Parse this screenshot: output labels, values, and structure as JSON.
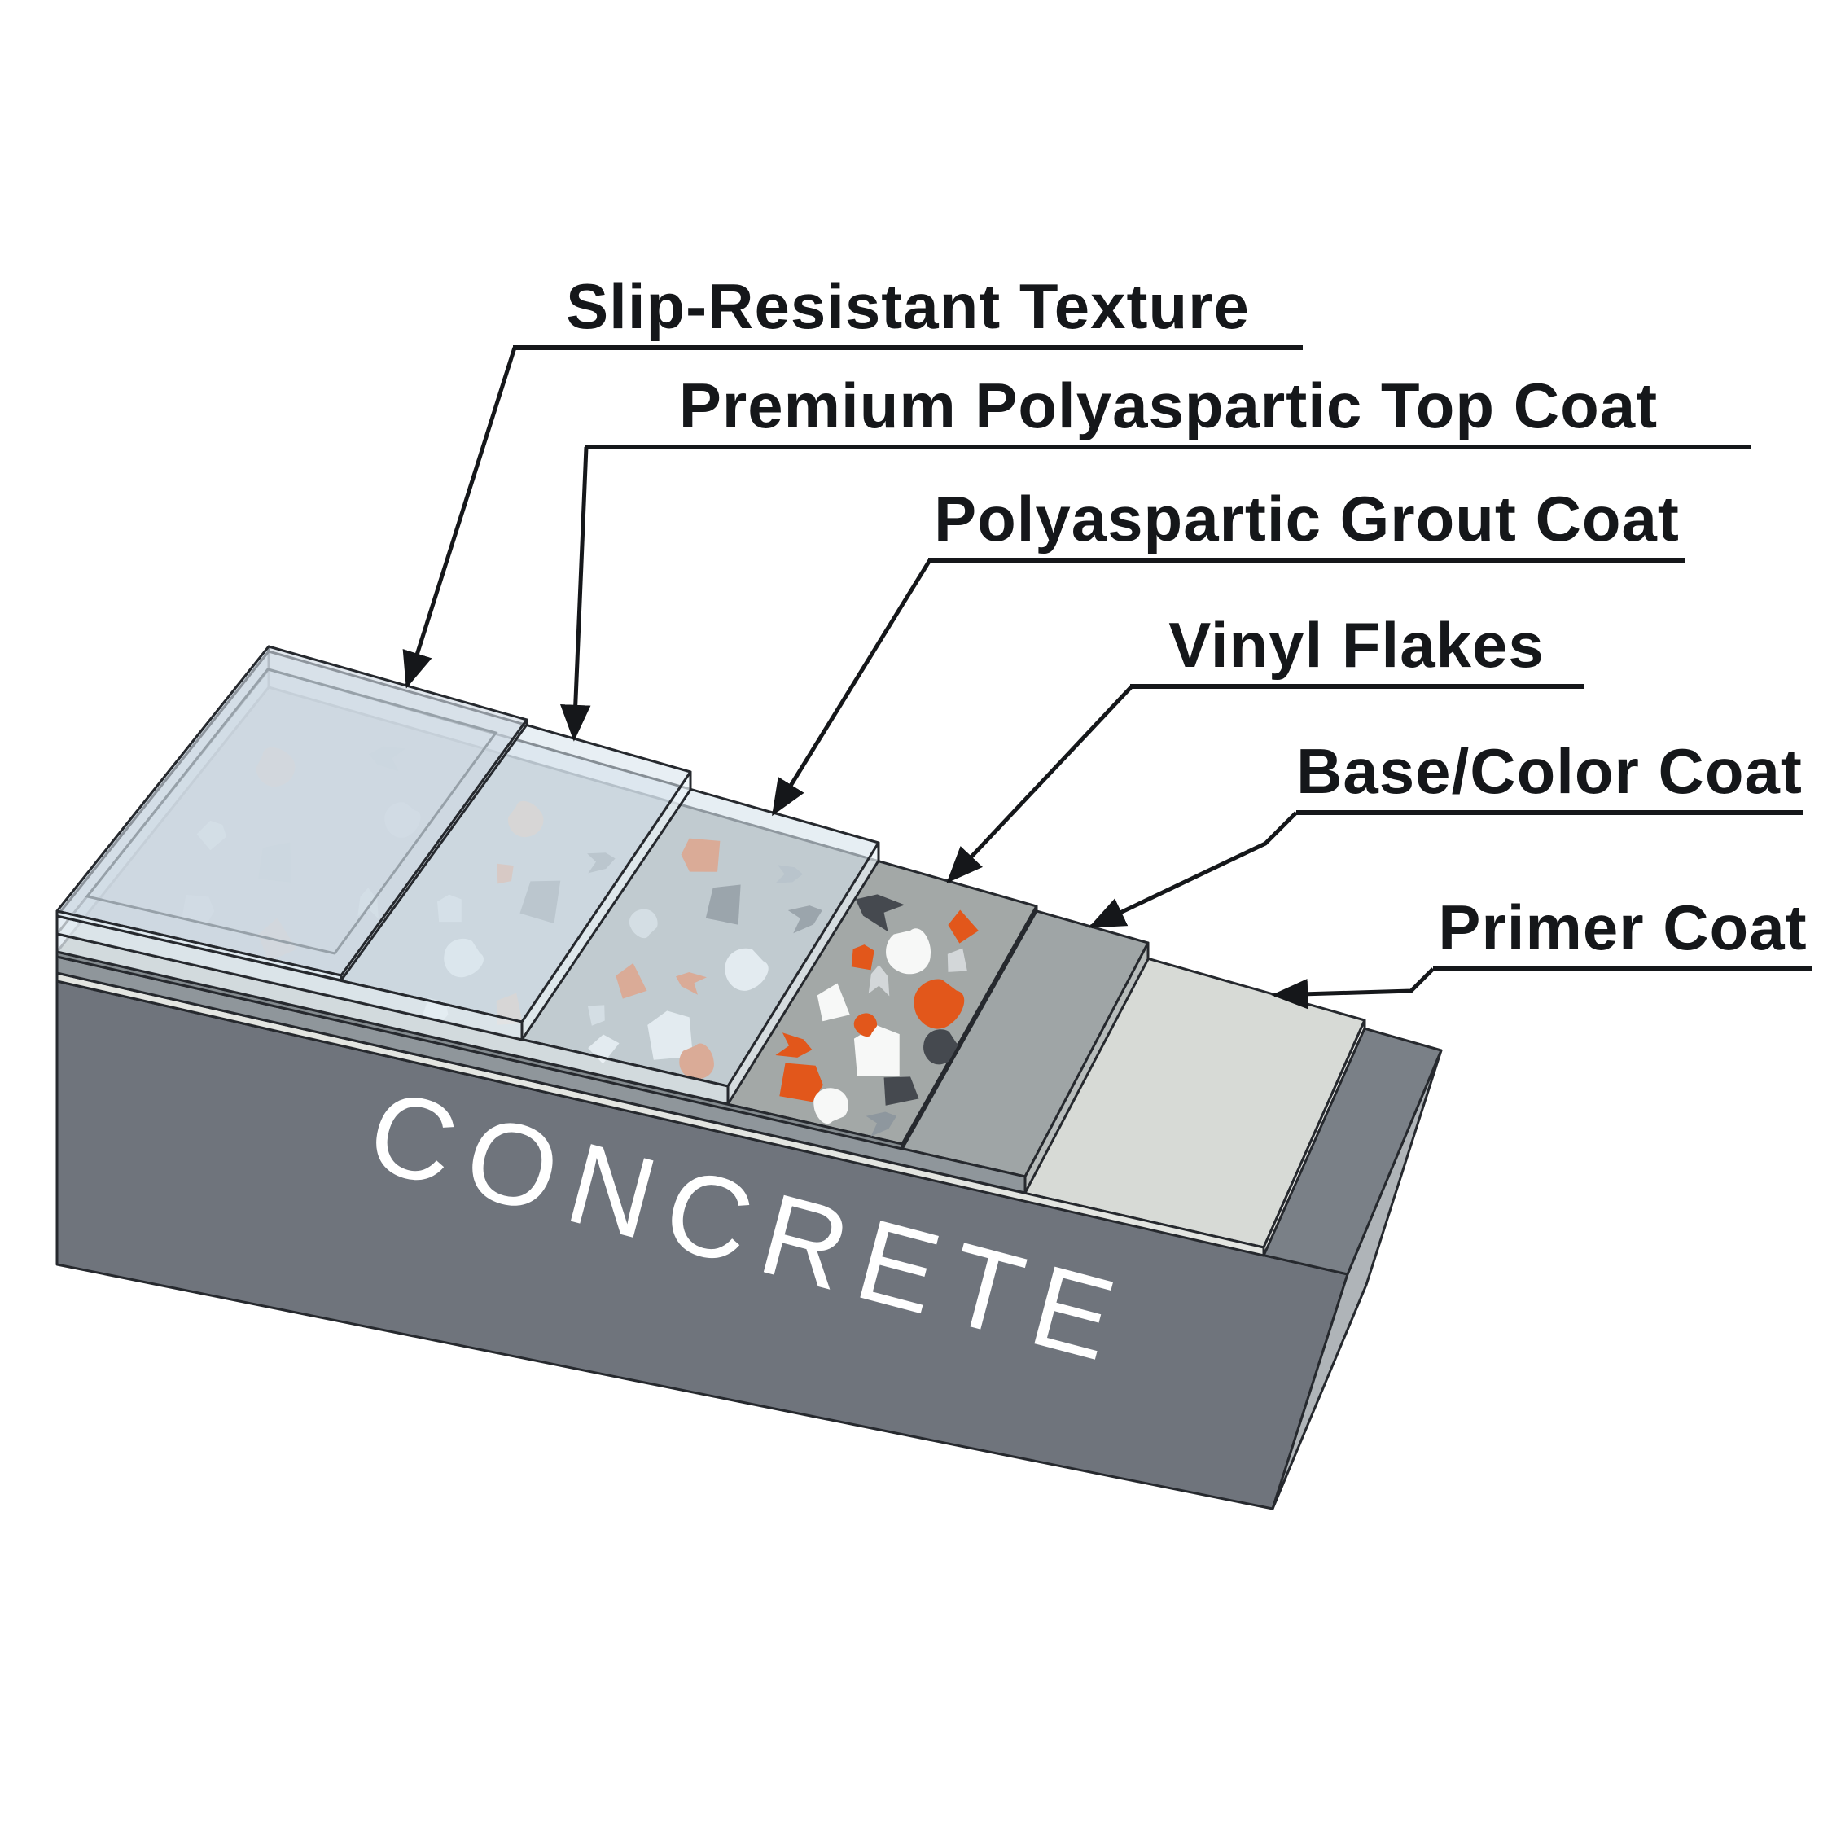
{
  "diagram": {
    "type": "floor-coating-system-cutaway",
    "slab_face_text": "CONCRETE"
  },
  "labels": [
    {
      "id": "slip-resistant-texture",
      "text": "Slip-Resistant Texture"
    },
    {
      "id": "premium-polyaspartic-top-coat",
      "text": "Premium Polyaspartic Top Coat"
    },
    {
      "id": "polyaspartic-grout-coat",
      "text": "Polyaspartic Grout Coat"
    },
    {
      "id": "vinyl-flakes",
      "text": "Vinyl Flakes"
    },
    {
      "id": "base-color-coat",
      "text": "Base/Color Coat"
    },
    {
      "id": "primer-coat",
      "text": "Primer Coat"
    }
  ],
  "layers_top_to_bottom": [
    "Slip-Resistant Texture",
    "Premium Polyaspartic Top Coat",
    "Polyaspartic Grout Coat",
    "Vinyl Flakes",
    "Base/Color Coat",
    "Primer Coat",
    "CONCRETE"
  ],
  "colors": {
    "flake_orange": "#E2571B",
    "flake_dark": "#45494F",
    "flake_white": "#F7F8F7",
    "flake_light_gray": "#D3D7D9",
    "flake_mid_gray": "#8E979E",
    "flake_tan": "#DFA079",
    "concrete_front": "#6F747C",
    "concrete_top": "#7A8087",
    "concrete_right": "#AFB4B8",
    "primer": "#D7DAD6",
    "base_coat": "#9FA5A6",
    "glass_tint": "#D6E2EB",
    "ink": "#15171A",
    "background": "#FFFFFF"
  }
}
